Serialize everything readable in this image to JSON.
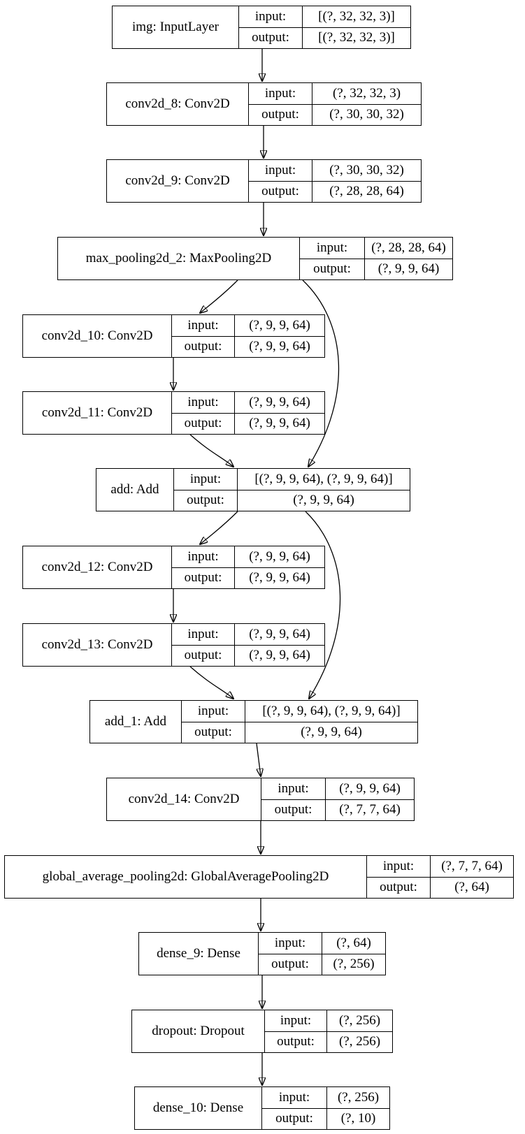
{
  "diagram": {
    "kind": "keras-layer-graph",
    "io_labels": {
      "input": "input:",
      "output": "output:"
    },
    "nodes": [
      {
        "id": "img",
        "label": "img: InputLayer",
        "input_shape": "[(?, 32, 32, 3)]",
        "output_shape": "[(?, 32, 32, 3)]"
      },
      {
        "id": "conv2d_8",
        "label": "conv2d_8: Conv2D",
        "input_shape": "(?, 32, 32, 3)",
        "output_shape": "(?, 30, 30, 32)"
      },
      {
        "id": "conv2d_9",
        "label": "conv2d_9: Conv2D",
        "input_shape": "(?, 30, 30, 32)",
        "output_shape": "(?, 28, 28, 64)"
      },
      {
        "id": "max_pooling2d_2",
        "label": "max_pooling2d_2: MaxPooling2D",
        "input_shape": "(?, 28, 28, 64)",
        "output_shape": "(?, 9, 9, 64)"
      },
      {
        "id": "conv2d_10",
        "label": "conv2d_10: Conv2D",
        "input_shape": "(?, 9, 9, 64)",
        "output_shape": "(?, 9, 9, 64)"
      },
      {
        "id": "conv2d_11",
        "label": "conv2d_11: Conv2D",
        "input_shape": "(?, 9, 9, 64)",
        "output_shape": "(?, 9, 9, 64)"
      },
      {
        "id": "add",
        "label": "add: Add",
        "input_shape": "[(?, 9, 9, 64), (?, 9, 9, 64)]",
        "output_shape": "(?, 9, 9, 64)"
      },
      {
        "id": "conv2d_12",
        "label": "conv2d_12: Conv2D",
        "input_shape": "(?, 9, 9, 64)",
        "output_shape": "(?, 9, 9, 64)"
      },
      {
        "id": "conv2d_13",
        "label": "conv2d_13: Conv2D",
        "input_shape": "(?, 9, 9, 64)",
        "output_shape": "(?, 9, 9, 64)"
      },
      {
        "id": "add_1",
        "label": "add_1: Add",
        "input_shape": "[(?, 9, 9, 64), (?, 9, 9, 64)]",
        "output_shape": "(?, 9, 9, 64)"
      },
      {
        "id": "conv2d_14",
        "label": "conv2d_14: Conv2D",
        "input_shape": "(?, 9, 9, 64)",
        "output_shape": "(?, 7, 7, 64)"
      },
      {
        "id": "global_average_pooling2d",
        "label": "global_average_pooling2d: GlobalAveragePooling2D",
        "input_shape": "(?, 7, 7, 64)",
        "output_shape": "(?, 64)"
      },
      {
        "id": "dense_9",
        "label": "dense_9: Dense",
        "input_shape": "(?, 64)",
        "output_shape": "(?, 256)"
      },
      {
        "id": "dropout",
        "label": "dropout: Dropout",
        "input_shape": "(?, 256)",
        "output_shape": "(?, 256)"
      },
      {
        "id": "dense_10",
        "label": "dense_10: Dense",
        "input_shape": "(?, 256)",
        "output_shape": "(?, 10)"
      }
    ],
    "edges": [
      {
        "from": "img",
        "to": "conv2d_8"
      },
      {
        "from": "conv2d_8",
        "to": "conv2d_9"
      },
      {
        "from": "conv2d_9",
        "to": "max_pooling2d_2"
      },
      {
        "from": "max_pooling2d_2",
        "to": "conv2d_10"
      },
      {
        "from": "max_pooling2d_2",
        "to": "add"
      },
      {
        "from": "conv2d_10",
        "to": "conv2d_11"
      },
      {
        "from": "conv2d_11",
        "to": "add"
      },
      {
        "from": "add",
        "to": "conv2d_12"
      },
      {
        "from": "add",
        "to": "add_1"
      },
      {
        "from": "conv2d_12",
        "to": "conv2d_13"
      },
      {
        "from": "conv2d_13",
        "to": "add_1"
      },
      {
        "from": "add_1",
        "to": "conv2d_14"
      },
      {
        "from": "conv2d_14",
        "to": "global_average_pooling2d"
      },
      {
        "from": "global_average_pooling2d",
        "to": "dense_9"
      },
      {
        "from": "dense_9",
        "to": "dropout"
      },
      {
        "from": "dropout",
        "to": "dense_10"
      }
    ]
  }
}
